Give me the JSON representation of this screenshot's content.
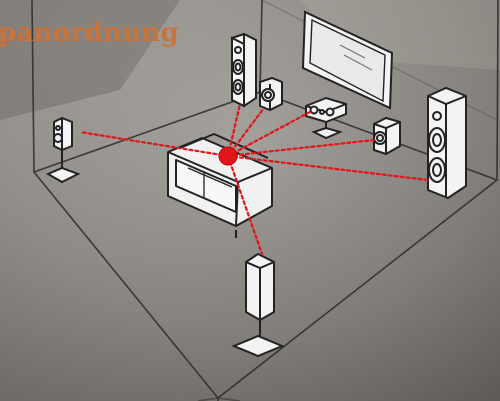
{
  "title": "panordnung",
  "colors": {
    "accent": "#c8733a",
    "listening_point": "#e3141a",
    "sight_lines": "#e3141a"
  },
  "elements": {
    "room": "room-wireframe",
    "tv": "television",
    "sofa": "sofa",
    "speakers": [
      "front-left-tower-speaker",
      "front-left-satellite-speaker",
      "center-speaker",
      "front-right-satellite-speaker",
      "front-right-tower-speaker",
      "surround-left-speaker",
      "surround-rear-speaker"
    ]
  }
}
